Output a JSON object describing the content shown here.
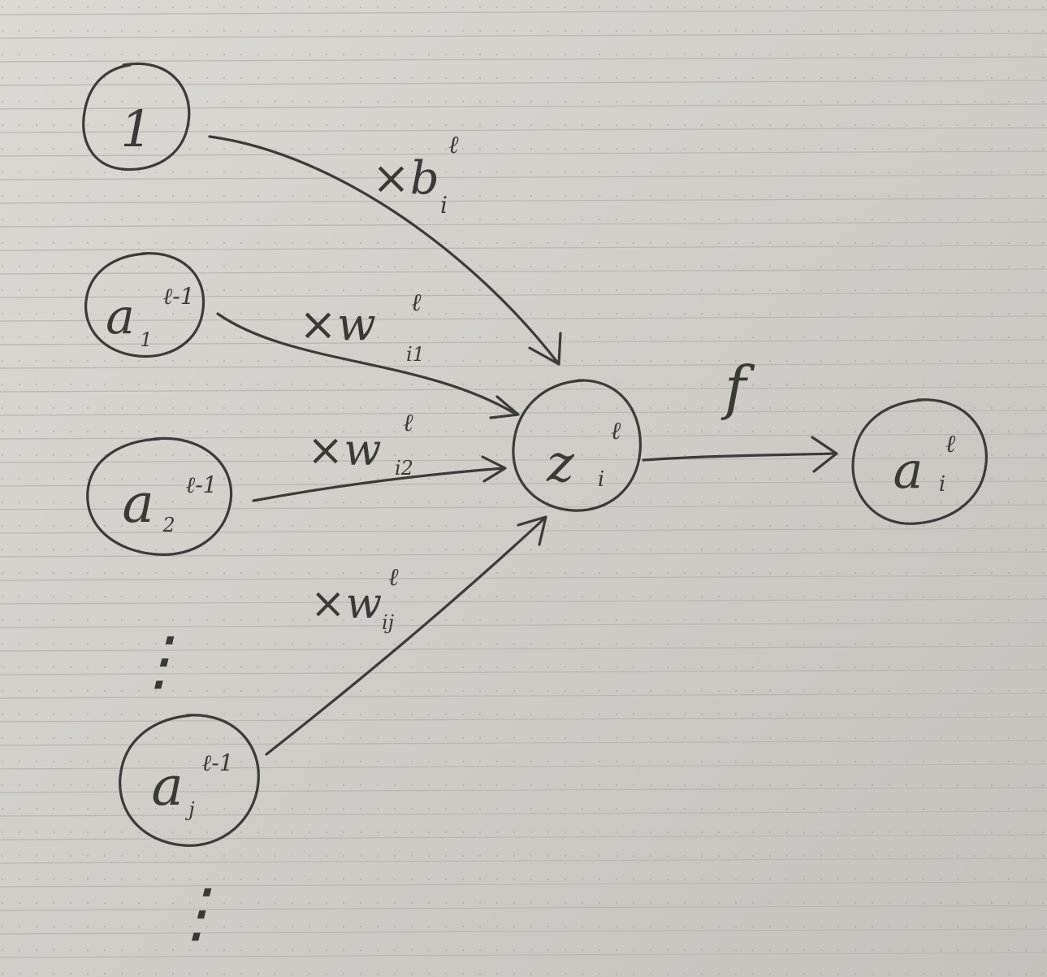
{
  "diagram": {
    "nodes": {
      "bias": {
        "base": "1",
        "sup": "",
        "sub": ""
      },
      "a1": {
        "base": "a",
        "sup": "ℓ-1",
        "sub": "1"
      },
      "a2": {
        "base": "a",
        "sup": "ℓ-1",
        "sub": "2"
      },
      "aj": {
        "base": "a",
        "sup": "ℓ-1",
        "sub": "j"
      },
      "z": {
        "base": "z",
        "sup": "ℓ",
        "sub": "i"
      },
      "out": {
        "base": "a",
        "sup": "ℓ",
        "sub": "i"
      }
    },
    "edges": {
      "bias": {
        "prefix": "×b",
        "sup": "ℓ",
        "sub": "i"
      },
      "w1": {
        "prefix": "×w",
        "sup": "ℓ",
        "sub": "i1"
      },
      "w2": {
        "prefix": "×w",
        "sup": "ℓ",
        "sub": "i2"
      },
      "wj": {
        "prefix": "×w",
        "sup": "ℓ",
        "sub": "ij"
      },
      "activation": {
        "label": "f"
      }
    },
    "ellipsis": "⋮",
    "colors": {
      "ink": "#3c3b39",
      "paper": "#d6d3cf",
      "grid": "#b9b6b2"
    }
  }
}
